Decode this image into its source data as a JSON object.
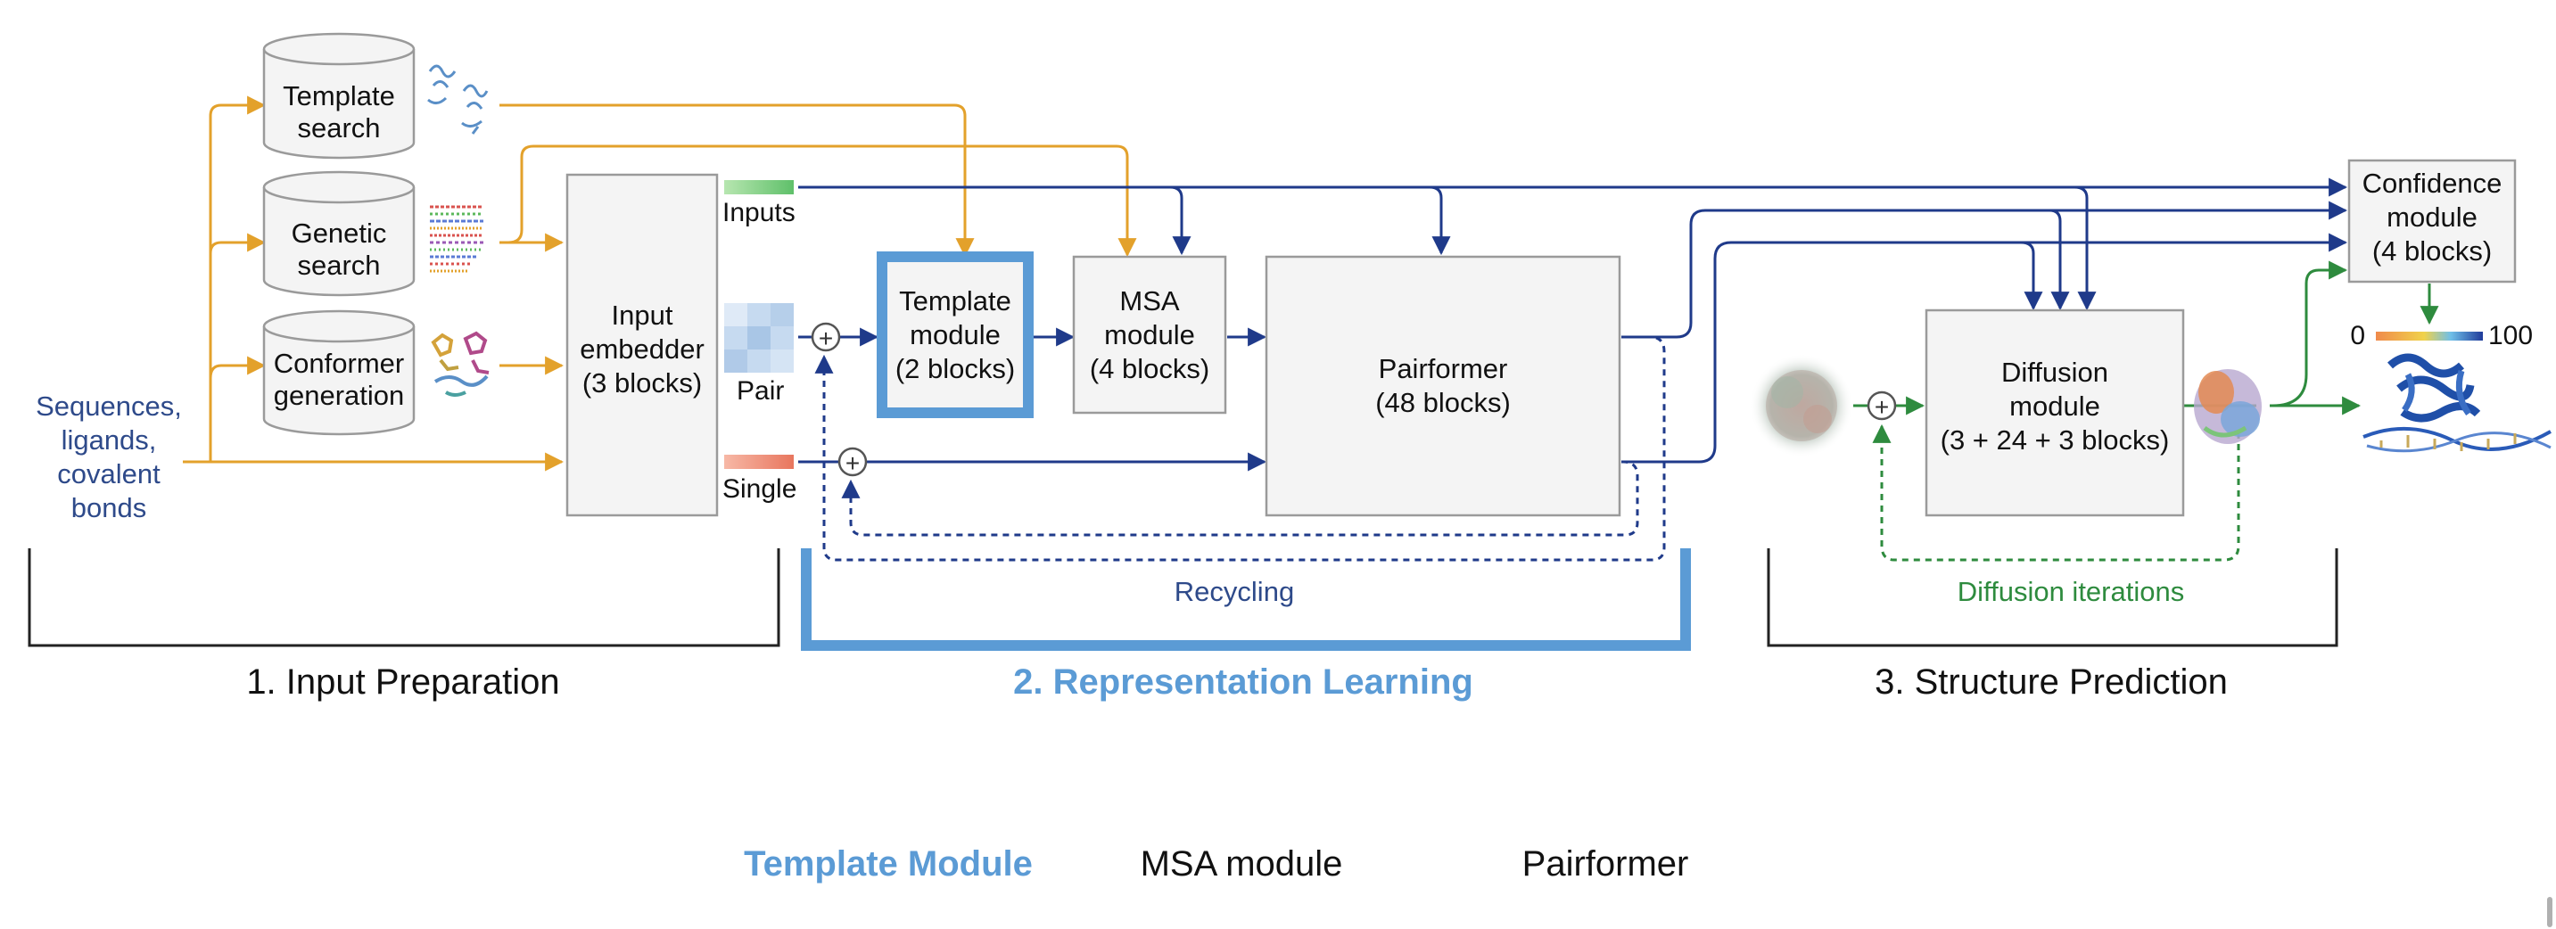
{
  "colors": {
    "orange": "#e3a12b",
    "navy": "#1f3a8a",
    "green": "#2e8b3e",
    "light_blue": "#5b9bd5",
    "box_fill": "#f4f4f4",
    "box_stroke": "#9a9a9a"
  },
  "databases": {
    "template_search": [
      "Template",
      "search"
    ],
    "genetic_search": [
      "Genetic",
      "search"
    ],
    "conformer_generation": [
      "Conformer",
      "generation"
    ]
  },
  "sources": [
    "Sequences,",
    "ligands,",
    "covalent",
    "bonds"
  ],
  "input_embedder": [
    "Input",
    "embedder",
    "(3 blocks)"
  ],
  "features": {
    "inputs": "Inputs",
    "pair": "Pair",
    "single": "Single"
  },
  "modules": {
    "template": [
      "Template",
      "module",
      "(2 blocks)"
    ],
    "msa": [
      "MSA",
      "module",
      "(4 blocks)"
    ],
    "pairformer": [
      "Pairformer",
      "(48 blocks)"
    ],
    "diffusion": [
      "Diffusion",
      "module",
      "(3 + 24 + 3 blocks)"
    ],
    "confidence": [
      "Confidence",
      "module",
      "(4 blocks)"
    ]
  },
  "plus_symbol": "+",
  "loops": {
    "recycling": "Recycling",
    "diffusion_iterations": "Diffusion iterations"
  },
  "confidence_scale": {
    "min": "0",
    "max": "100"
  },
  "sections": {
    "input_preparation": "1. Input Preparation",
    "representation_learning": "2. Representation Learning",
    "structure_prediction": "3. Structure Prediction"
  },
  "tabs": [
    {
      "label": "Template Module",
      "active": true
    },
    {
      "label": "MSA module",
      "active": false
    },
    {
      "label": "Pairformer",
      "active": false
    }
  ],
  "icons": {
    "template_search": "protein-structure-icon",
    "genetic_search": "msa-alignment-icon",
    "conformer_generation": "ligand-conformer-icon",
    "noise_cloud": "noise-cloud-icon",
    "predicted_structure": "predicted-structure-icon",
    "final_structure": "protein-dna-complex-icon"
  }
}
